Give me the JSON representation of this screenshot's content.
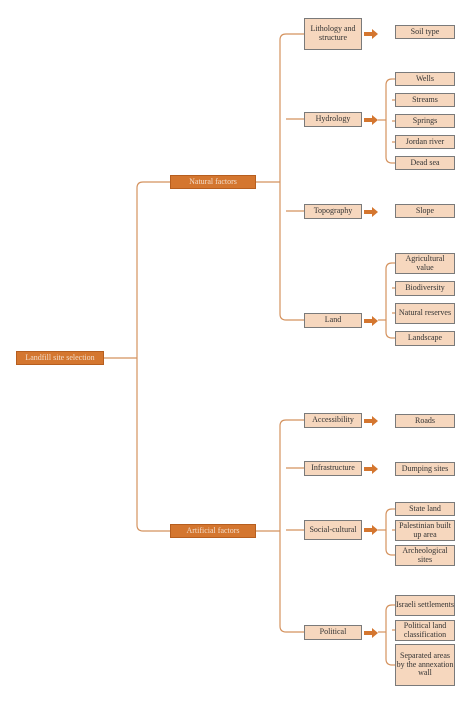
{
  "colors": {
    "line": "#d4925e",
    "arrow": "#d4762f",
    "dark_fill": "#d4762f",
    "light_fill": "#f6d7be",
    "border": "#7a7a7a"
  },
  "root": {
    "label": "Landfill site selection"
  },
  "groups": [
    {
      "label": "Natural factors",
      "factors": [
        {
          "label": "Lithology and structure",
          "items": [
            "Soil type"
          ]
        },
        {
          "label": "Hydrology",
          "items": [
            "Wells",
            "Streams",
            "Springs",
            "Jordan river",
            "Dead sea"
          ]
        },
        {
          "label": "Topography",
          "items": [
            "Slope"
          ]
        },
        {
          "label": "Land",
          "items": [
            "Agricultural value",
            "Biodiversity",
            "Natural reserves",
            "Landscape"
          ]
        }
      ]
    },
    {
      "label": "Artificial factors",
      "factors": [
        {
          "label": "Accessibility",
          "items": [
            "Roads"
          ]
        },
        {
          "label": "Infrastructure",
          "items": [
            "Dumping sites"
          ]
        },
        {
          "label": "Social-cultural",
          "items": [
            "State land",
            "Palestinian built up area",
            "Archeological sites"
          ]
        },
        {
          "label": "Political",
          "items": [
            "Israeli settlements",
            "Political land classification",
            "Separated areas by the annexation wall"
          ]
        }
      ]
    }
  ]
}
